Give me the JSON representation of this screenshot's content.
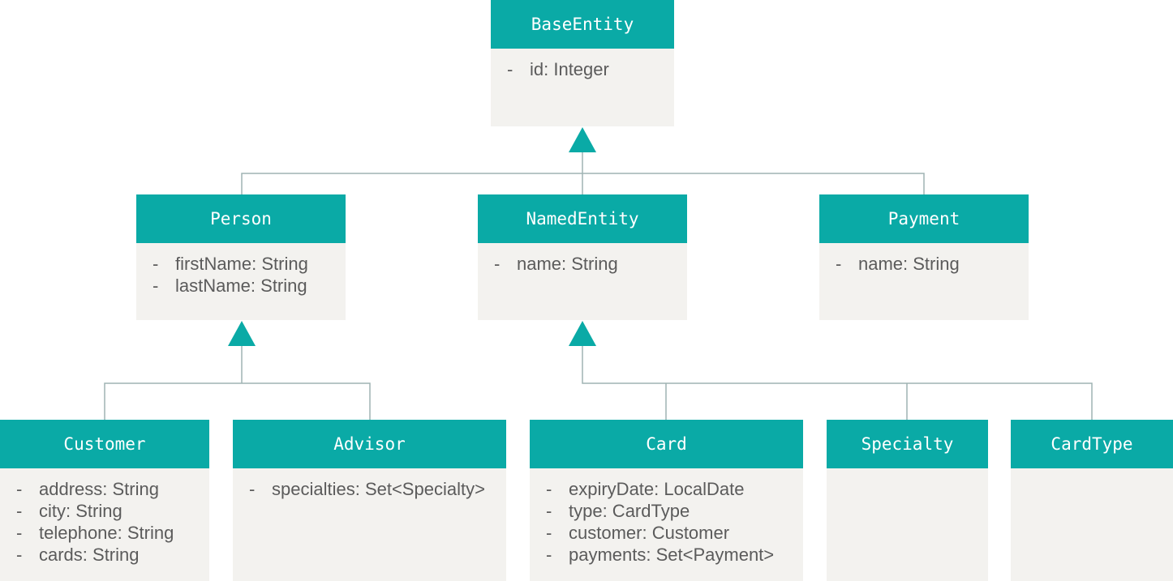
{
  "classes": {
    "base_entity": {
      "name": "BaseEntity",
      "attributes": [
        "id: Integer"
      ]
    },
    "person": {
      "name": "Person",
      "attributes": [
        "firstName: String",
        "lastName: String"
      ]
    },
    "named_entity": {
      "name": "NamedEntity",
      "attributes": [
        "name: String"
      ]
    },
    "payment": {
      "name": "Payment",
      "attributes": [
        "name: String"
      ]
    },
    "customer": {
      "name": "Customer",
      "attributes": [
        "address: String",
        "city: String",
        "telephone: String",
        "cards: String"
      ]
    },
    "advisor": {
      "name": "Advisor",
      "attributes": [
        "specialties: Set<Specialty>"
      ]
    },
    "card": {
      "name": "Card",
      "attributes": [
        "expiryDate: LocalDate",
        "type: CardType",
        "customer: Customer",
        "payments: Set<Payment>"
      ]
    },
    "specialty": {
      "name": "Specialty",
      "attributes": []
    },
    "card_type": {
      "name": "CardType",
      "attributes": []
    }
  },
  "attribute_prefix": "-",
  "colors": {
    "header": "#0aaaa6",
    "body": "#f3f2ef",
    "connector": "#9fb3b3",
    "arrow": "#0aaaa6"
  }
}
